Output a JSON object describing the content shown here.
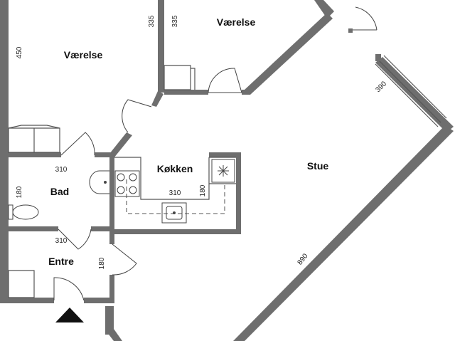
{
  "rooms": {
    "vaerelse_left": "Værelse",
    "vaerelse_right": "Værelse",
    "kokken": "Køkken",
    "stue": "Stue",
    "bad": "Bad",
    "entre": "Entre"
  },
  "dimensions": {
    "d450": "450",
    "d335_a": "335",
    "d335_b": "335",
    "d390": "390",
    "d310_bad": "310",
    "d180_bad": "180",
    "d310_kokken": "310",
    "d180_kokken": "180",
    "d310_entre": "310",
    "d180_entre": "180",
    "d890": "890"
  },
  "icons": [
    "entrance-arrow-icon",
    "stove-icon",
    "sink-icon",
    "toilet-icon",
    "fan-icon"
  ],
  "colors": {
    "wall": "#6e6e6e",
    "background": "#ffffff"
  }
}
